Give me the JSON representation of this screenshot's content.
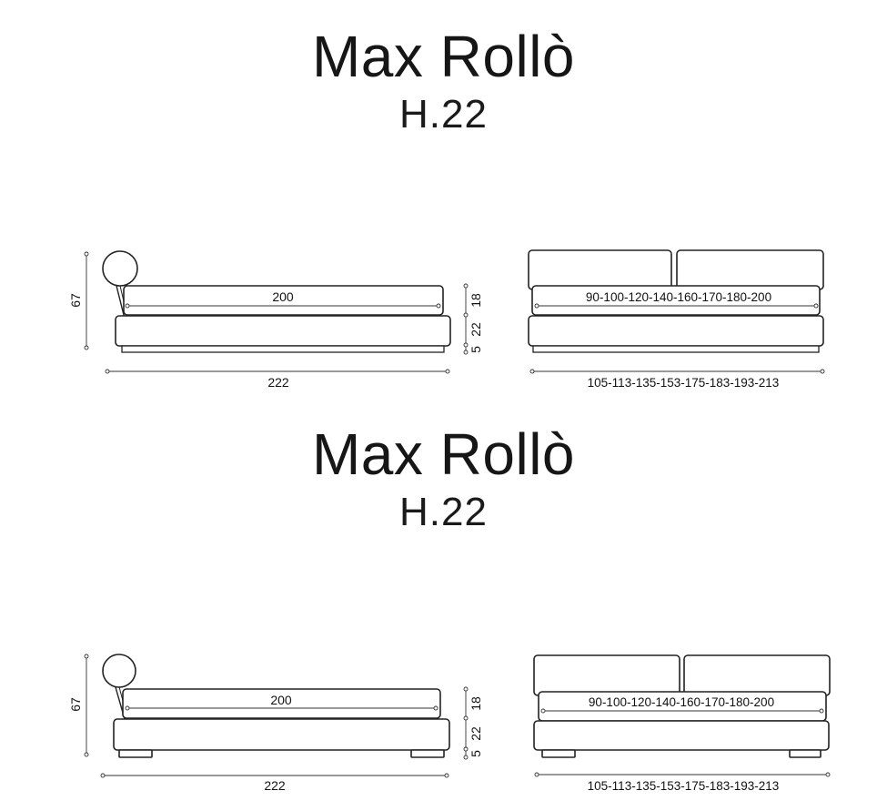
{
  "diagrams": [
    {
      "title": "Max Rollò",
      "subtitle": "H.22",
      "side_view": {
        "height_total": "67",
        "mattress_length": "200",
        "overall_length": "222",
        "dims_right": [
          "18",
          "22",
          "5"
        ]
      },
      "front_view": {
        "mattress_widths": "90-100-120-140-160-170-180-200",
        "overall_widths": "105-113-135-153-175-183-193-213"
      },
      "base_style": "plinth"
    },
    {
      "title": "Max Rollò",
      "subtitle": "H.22",
      "side_view": {
        "height_total": "67",
        "mattress_length": "200",
        "overall_length": "222",
        "dims_right": [
          "18",
          "22",
          "5"
        ]
      },
      "front_view": {
        "mattress_widths": "90-100-120-140-160-170-180-200",
        "overall_widths": "105-113-135-153-175-183-193-213"
      },
      "base_style": "feet"
    }
  ]
}
